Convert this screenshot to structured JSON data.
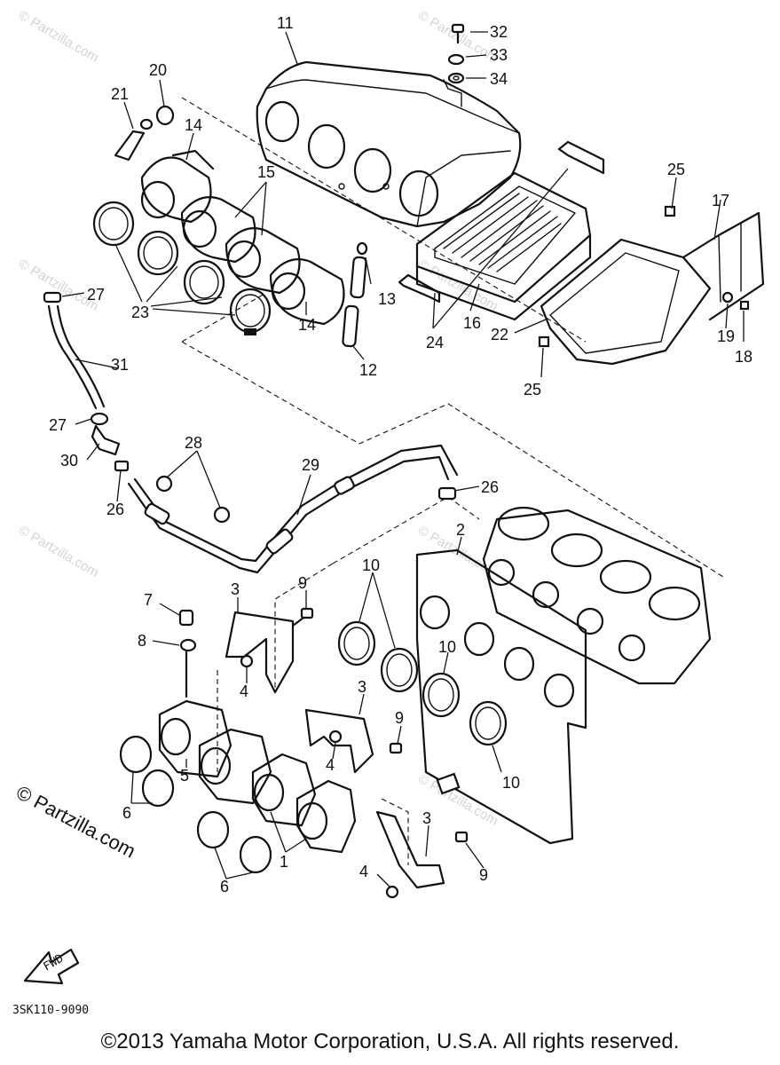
{
  "diagram": {
    "code": "3SK110-9090",
    "fwd": "FWD",
    "copyright": "©2013 Yamaha Motor Corporation, U.S.A. All rights reserved.",
    "watermark": "© Partzilla.com",
    "watermark_small": "© Partzilla.com",
    "labels": {
      "l32": "32",
      "l33": "33",
      "l34": "34",
      "l11": "11",
      "l20": "20",
      "l21": "21",
      "l14a": "14",
      "l15": "15",
      "l14b": "14",
      "l13": "13",
      "l12": "12",
      "l16": "16",
      "l24": "24",
      "l22": "22",
      "l25a": "25",
      "l25b": "25",
      "l17": "17",
      "l19": "19",
      "l18": "18",
      "l27a": "27",
      "l23": "23",
      "l31": "31",
      "l27b": "27",
      "l30": "30",
      "l26a": "26",
      "l28": "28",
      "l29": "29",
      "l26b": "26",
      "l2": "2",
      "l10a": "10",
      "l10b": "10",
      "l10c": "10",
      "l7": "7",
      "l8": "8",
      "l3a": "3",
      "l9a": "9",
      "l4a": "4",
      "l3b": "3",
      "l9b": "9",
      "l4b": "4",
      "l5": "5",
      "l6a": "6",
      "l1": "1",
      "l6b": "6",
      "l3c": "3",
      "l9c": "9",
      "l4c": "4"
    }
  }
}
